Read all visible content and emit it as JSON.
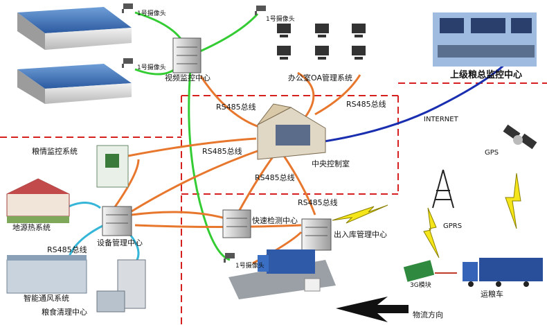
{
  "labels": {
    "camera1": "1号摄像头",
    "camera2": "1号摄像头",
    "camera3": "1号摄像头",
    "camera4": "1号摄像头",
    "video_center": "视频监控中心",
    "oa_system": "办公室OA管理系统",
    "superior_center": "上级粮总监控中心",
    "rs485_a": "RS485总线",
    "rs485_b": "RS485总线",
    "rs485_c": "RS485总线",
    "rs485_d": "RS485总线",
    "rs485_e": "RS485总线",
    "rs485_f": "RS485总线",
    "internet": "INTERNET",
    "central_control": "中央控制室",
    "grain_monitor": "粮情监控系统",
    "gps": "GPS",
    "geothermal": "地源热系统",
    "device_mgmt": "设备管理中心",
    "quick_detect": "快速检测中心",
    "inout_mgmt": "出入库管理中心",
    "gprs": "GPRS",
    "smart_vent": "智能通风系统",
    "grain_clean": "粮食清理中心",
    "module_3g": "3G模块",
    "grain_truck": "运粮车",
    "logistics_dir": "物流方向"
  },
  "colors": {
    "green_link": "#33cc33",
    "orange_link": "#e8772e",
    "blue_link": "#1a2fb0",
    "cyan_link": "#35b6d8",
    "zone_border": "#d62020",
    "lightning": "#f4e61a"
  }
}
